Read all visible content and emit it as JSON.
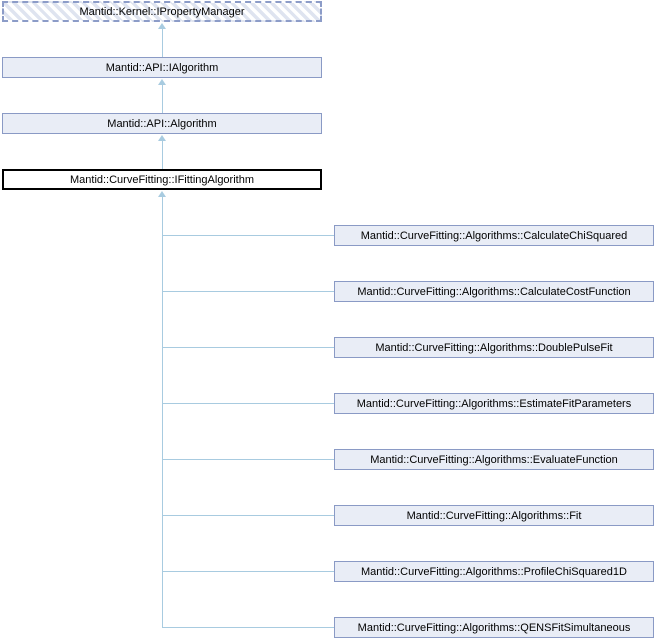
{
  "diagram": {
    "type": "class-inheritance-graph",
    "focus_class": "Mantid::CurveFitting::IFittingAlgorithm",
    "base_chain": [
      {
        "label": "Mantid::Kernel::IPropertyManager",
        "style": "external-hatched"
      },
      {
        "label": "Mantid::API::IAlgorithm",
        "style": "normal"
      },
      {
        "label": "Mantid::API::Algorithm",
        "style": "normal"
      },
      {
        "label": "Mantid::CurveFitting::IFittingAlgorithm",
        "style": "focus"
      }
    ],
    "derived": [
      {
        "label": "Mantid::CurveFitting::Algorithms::CalculateChiSquared"
      },
      {
        "label": "Mantid::CurveFitting::Algorithms::CalculateCostFunction"
      },
      {
        "label": "Mantid::CurveFitting::Algorithms::DoublePulseFit"
      },
      {
        "label": "Mantid::CurveFitting::Algorithms::EstimateFitParameters"
      },
      {
        "label": "Mantid::CurveFitting::Algorithms::EvaluateFunction"
      },
      {
        "label": "Mantid::CurveFitting::Algorithms::Fit"
      },
      {
        "label": "Mantid::CurveFitting::Algorithms::ProfileChiSquared1D"
      },
      {
        "label": "Mantid::CurveFitting::Algorithms::QENSFitSimultaneous"
      }
    ],
    "colors": {
      "node_fill": "#e9edf6",
      "node_border": "#8a9ac5",
      "edge": "#a8cbe0",
      "focus_border": "#000000",
      "hatch_stripe": "#dfe4f0",
      "text": "#000000",
      "background": "#ffffff"
    }
  }
}
